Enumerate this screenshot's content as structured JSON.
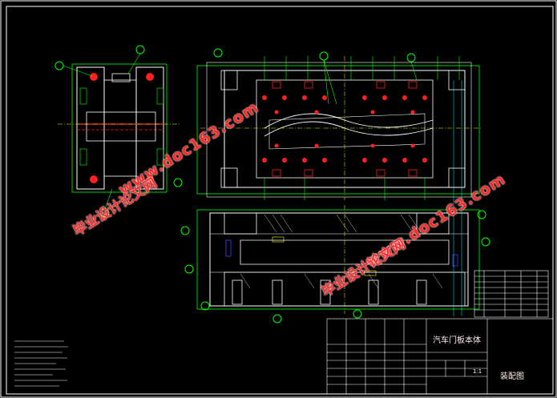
{
  "title_block": {
    "part_name": "汽车门板本体",
    "drawing_name": "装配图",
    "scale": "1:1"
  },
  "watermarks": {
    "site": "www.doc163.com",
    "cn_label": "毕业设计论文网"
  },
  "colors": {
    "background": "#000000",
    "outline": "#ffffff",
    "green": "#00ff00",
    "red": "#ff2020",
    "yellow": "#ffff00",
    "magenta": "#ff00ff",
    "cyan": "#00ffff",
    "blue": "#4040ff"
  }
}
